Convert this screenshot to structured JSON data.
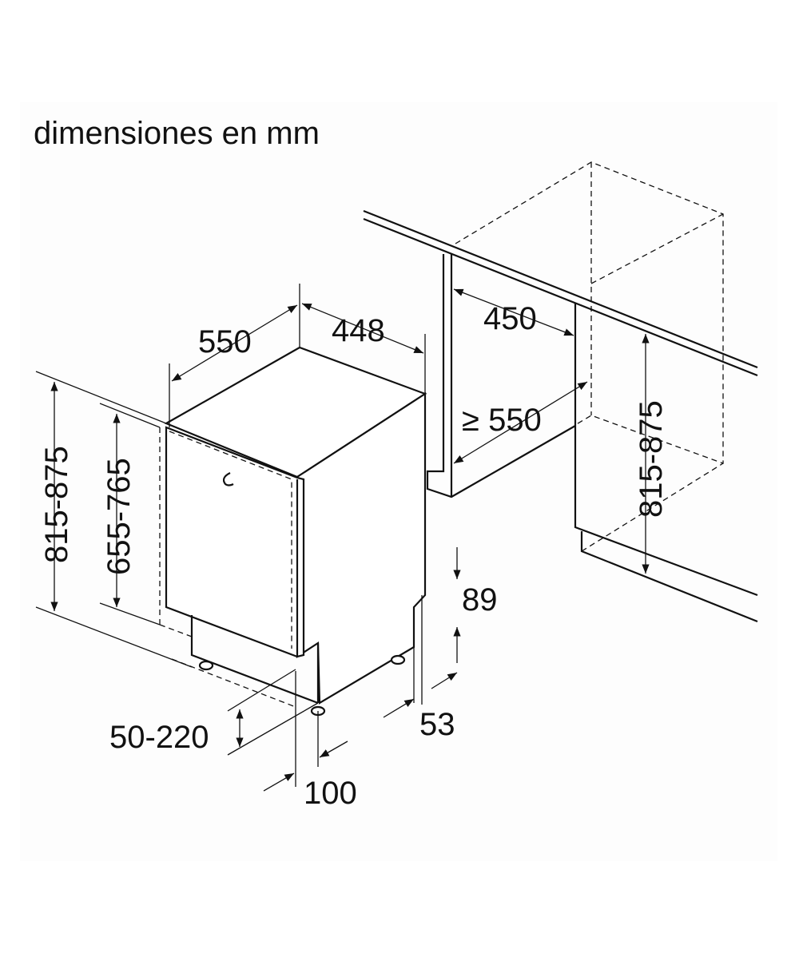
{
  "title": "dimensiones en mm",
  "dimensions": {
    "depth": "550",
    "width": "448",
    "niche_width": "450",
    "niche_depth": "≥ 550",
    "total_height_left": "815-875",
    "door_height": "655-765",
    "niche_height": "815-875",
    "top_offset": "89",
    "bottom_offset": "53",
    "plinth_height": "50-220",
    "plinth_depth": "100"
  }
}
